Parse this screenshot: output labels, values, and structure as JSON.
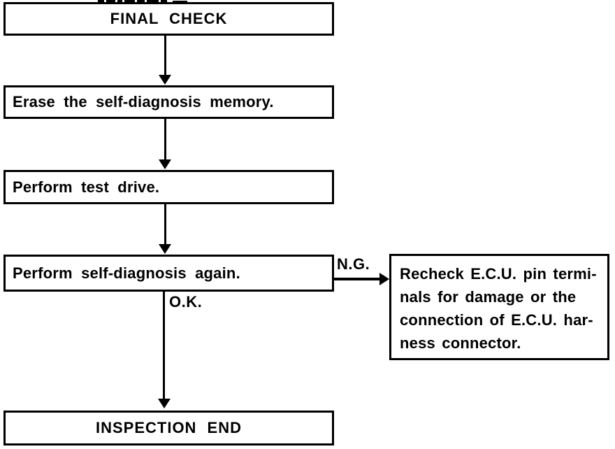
{
  "colors": {
    "ink": "#000000",
    "paper": "#ffffff"
  },
  "flowchart": {
    "nodes": [
      {
        "id": "final-check",
        "label": "FINAL CHECK"
      },
      {
        "id": "erase-memory",
        "label": "Erase the self-diagnosis memory."
      },
      {
        "id": "test-drive",
        "label": "Perform test drive."
      },
      {
        "id": "self-diagnosis-again",
        "label": "Perform self-diagnosis again."
      },
      {
        "id": "recheck-ecu",
        "label": "Recheck E.C.U. pin terminals for damage or the connection of E.C.U. harness connector.",
        "lines": [
          "Recheck E.C.U. pin termi-",
          "nals for damage or the",
          "connection of E.C.U. har-",
          "ness connector."
        ]
      },
      {
        "id": "inspection-end",
        "label": "INSPECTION END"
      }
    ],
    "edges": [
      {
        "from": "final-check",
        "to": "erase-memory",
        "label": ""
      },
      {
        "from": "erase-memory",
        "to": "test-drive",
        "label": ""
      },
      {
        "from": "test-drive",
        "to": "self-diagnosis-again",
        "label": ""
      },
      {
        "from": "self-diagnosis-again",
        "to": "inspection-end",
        "label": "O.K."
      },
      {
        "from": "self-diagnosis-again",
        "to": "recheck-ecu",
        "label": "N.G."
      }
    ]
  }
}
